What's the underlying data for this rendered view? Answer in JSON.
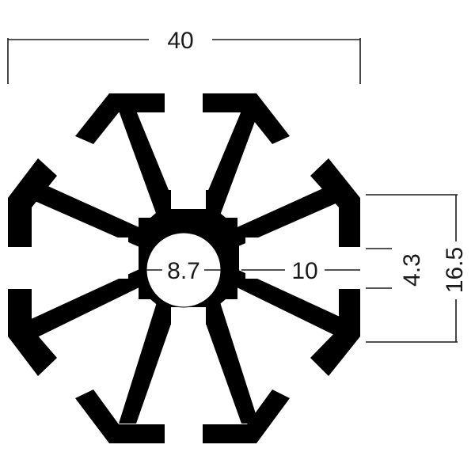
{
  "drawing": {
    "description_none": "",
    "dimensions": {
      "overall_width": "40",
      "bore_diameter": "8.7",
      "center_to_slot": "10",
      "slot_width": "4.3",
      "slot_opening": "16.5"
    },
    "colors": {
      "profile": "#000000",
      "lines": "#1a1a1a",
      "background": "#ffffff"
    }
  }
}
